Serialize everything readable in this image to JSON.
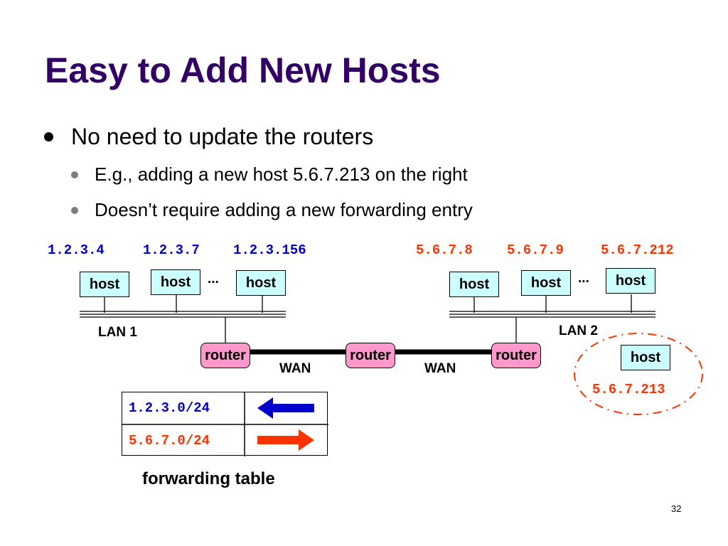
{
  "slide": {
    "title": "Easy to Add New Hosts",
    "bullets": [
      {
        "text": "No need to update the routers",
        "level": 1
      },
      {
        "text": "E.g., adding a new host 5.6.7.213 on the right",
        "level": 2
      },
      {
        "text": "Doesn’t require adding a new forwarding entry",
        "level": 2
      }
    ],
    "page_number": "32"
  },
  "diagram": {
    "left_ips": [
      "1.2.3.4",
      "1.2.3.7",
      "1.2.3.156"
    ],
    "right_ips": [
      "5.6.7.8",
      "5.6.7.9",
      "5.6.7.212"
    ],
    "host_label": "host",
    "router_label": "router",
    "ellipsis": "...",
    "lan1_label": "LAN 1",
    "lan2_label": "LAN 2",
    "wan_label": "WAN",
    "new_host_ip": "5.6.7.213",
    "colors": {
      "left_ip": "#0000cc",
      "right_ip": "#ff3300",
      "host_fill": "#ccffff",
      "router_fill": "#ff99cc",
      "title": "#330066"
    }
  },
  "forwarding_table": {
    "caption": "forwarding table",
    "rows": [
      {
        "prefix": "1.2.3.0/24",
        "arrow": "left",
        "color": "#0000cc"
      },
      {
        "prefix": "5.6.7.0/24",
        "arrow": "right",
        "color": "#ff3300"
      }
    ]
  }
}
